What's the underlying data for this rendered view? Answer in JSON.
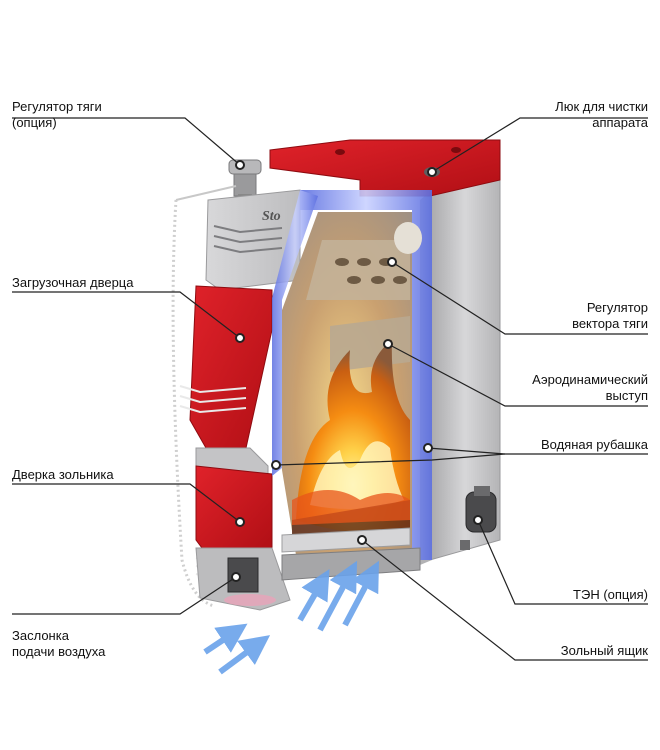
{
  "labels": {
    "draft_regulator": [
      "Регулятор тяги",
      "(опция)"
    ],
    "cleaning_hatch": [
      "Люк для чистки",
      "аппарата"
    ],
    "loading_door": [
      "Загрузочная дверца"
    ],
    "draft_vector_regulator": [
      "Регулятор",
      "вектора тяги"
    ],
    "aero_ledge": [
      "Аэродинамический",
      "выступ"
    ],
    "water_jacket": [
      "Водяная рубашка"
    ],
    "ash_door": [
      "Дверка зольника"
    ],
    "heater": [
      "ТЭН (опция)"
    ],
    "air_damper": [
      "Заслонка",
      "подачи воздуха"
    ],
    "ash_box": [
      "Зольный ящик"
    ]
  },
  "logo": "Sto",
  "colors": {
    "red": "#d8141c",
    "red_dark": "#a50d12",
    "steel": "#c9c9cb",
    "steel_dark": "#9c9c9e",
    "jacket": "#6f7fe0",
    "fire": "#f7a21b",
    "leader": "#222222"
  }
}
